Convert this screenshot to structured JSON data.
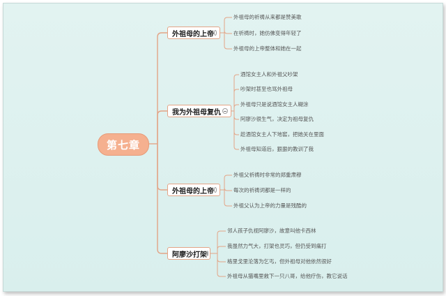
{
  "root": {
    "label": "第七章"
  },
  "colors": {
    "root_fill": "#f5b08f",
    "line": "#e3a486",
    "background": "#e2f3f1"
  },
  "branches": [
    {
      "label": "外祖母的上帝",
      "leaves": [
        "外祖母的祈祷从来都是赞美歌",
        "在祈祷时，她仿佛变得年轻了",
        "外祖母的上帝整体和她在一起"
      ]
    },
    {
      "label": "我为外祖母复仇",
      "leaves": [
        "酒馆女主人和外祖父吵架",
        "吵架时甚至也骂外祖母",
        "外祖母只是说酒馆女主人糊涂",
        "阿廖沙很生气，决定为祖母复仇",
        "趁酒馆女主人下地窖，把她关在里面",
        "外祖母知道后，狠狠的教训了我"
      ]
    },
    {
      "label": "外祖母的上帝",
      "leaves": [
        "外祖父祈祷时非常的郑重肃穆",
        "每次的祈祷词都是一样的",
        "外祖父认为上帝的力量是残酷的"
      ]
    },
    {
      "label": "阿廖沙打架",
      "leaves": [
        "邻人孩子仇视阿廖沙，故意叫他卡西林",
        "我虽然力气大，打架也灵巧，但仍受到痛打",
        "格里戈里沦落为乞丐，但外祖母对他依然很好",
        "外祖母从猫嘴里救下一只八哥，给他疗伤，教它说话"
      ]
    }
  ]
}
